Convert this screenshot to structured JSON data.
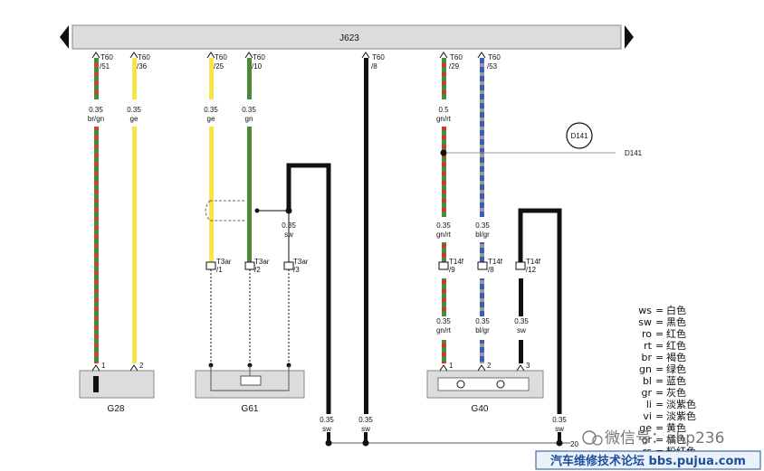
{
  "ecu": {
    "name": "J623"
  },
  "top_connectors": [
    {
      "id": "p51",
      "connector": "T60",
      "pin": "/51",
      "size": "0.35",
      "color": "br/gn"
    },
    {
      "id": "p36",
      "connector": "T60",
      "pin": "/36",
      "size": "0.35",
      "color": "ge"
    },
    {
      "id": "p25",
      "connector": "T60",
      "pin": "/25",
      "size": "0.35",
      "color": "ge"
    },
    {
      "id": "p10",
      "connector": "T60",
      "pin": "/10",
      "size": "0.35",
      "color": "gn"
    },
    {
      "id": "p8",
      "connector": "T60",
      "pin": "/8"
    },
    {
      "id": "p29",
      "connector": "T60",
      "pin": "/29",
      "size": "0.5",
      "color": "gn/rt"
    },
    {
      "id": "p53",
      "connector": "T60",
      "pin": "/53"
    }
  ],
  "ground_point": {
    "symbol": "D141",
    "label": "D141"
  },
  "shield": {
    "size": "0.35",
    "color": "sw"
  },
  "t3ar": [
    {
      "connector": "T3ar",
      "pin": "/1"
    },
    {
      "connector": "T3ar",
      "pin": "/2"
    },
    {
      "connector": "T3ar",
      "pin": "/3"
    }
  ],
  "mid_wires_g40": [
    {
      "size": "0.35",
      "color": "gn/rt"
    },
    {
      "size": "0.35",
      "color": "bl/gr"
    }
  ],
  "t14f": [
    {
      "connector": "T14f",
      "pin": "/9"
    },
    {
      "connector": "T14f",
      "pin": "/8"
    },
    {
      "connector": "T14f",
      "pin": "/12"
    }
  ],
  "low_wires_g40": [
    {
      "size": "0.35",
      "color": "gn/rt"
    },
    {
      "size": "0.35",
      "color": "bl/gr"
    },
    {
      "size": "0.35",
      "color": "sw"
    }
  ],
  "components": [
    {
      "name": "G28",
      "pins": [
        "1",
        "2"
      ]
    },
    {
      "name": "G61",
      "pins": []
    },
    {
      "name": "G40",
      "pins": [
        "1",
        "2",
        "3"
      ]
    }
  ],
  "bottom_wires": [
    {
      "size": "0.35",
      "color": "sw"
    },
    {
      "size": "0.35",
      "color": "sw"
    },
    {
      "size": "0.35",
      "color": "sw"
    }
  ],
  "bottom_ref": "20",
  "legend": [
    {
      "code": "ws",
      "meaning": "白色"
    },
    {
      "code": "sw",
      "meaning": "黑色"
    },
    {
      "code": "ro",
      "meaning": "红色"
    },
    {
      "code": "rt",
      "meaning": "红色"
    },
    {
      "code": "br",
      "meaning": "褐色"
    },
    {
      "code": "gn",
      "meaning": "绿色"
    },
    {
      "code": "bl",
      "meaning": "蓝色"
    },
    {
      "code": "gr",
      "meaning": "灰色"
    },
    {
      "code": "li",
      "meaning": "淡紫色"
    },
    {
      "code": "vi",
      "meaning": "淡紫色"
    },
    {
      "code": "ge",
      "meaning": "黄色"
    },
    {
      "code": "or",
      "meaning": "橘色"
    },
    {
      "code": "rs",
      "meaning": "粉红色"
    }
  ],
  "watermark": "微信号：ahp236",
  "footer_text": "汽车维修技术论坛 bbs.pujua.com",
  "colors": {
    "bar": "#dcdcdc",
    "wire_black": "#111111",
    "yellow": "#f5e646",
    "green": "#4c8a3a",
    "red": "#cc3333",
    "brown": "#8b4a2b",
    "blue": "#3b5db8",
    "grey": "#8a8a8a"
  }
}
